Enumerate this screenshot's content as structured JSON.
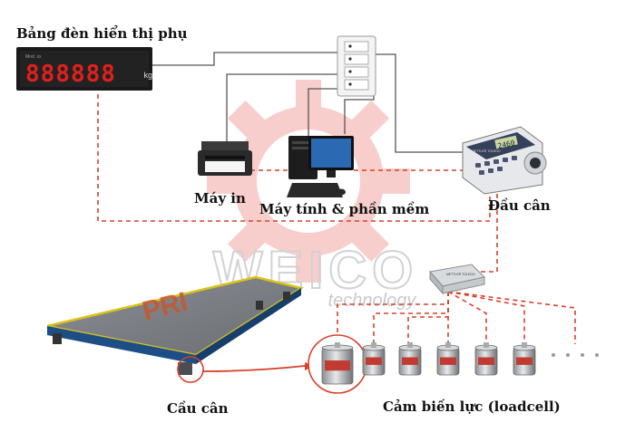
{
  "labels": {
    "display_title": "Bảng đèn hiển thị phụ",
    "printer": "Máy in",
    "computer": "Máy tính & phần mềm",
    "indicator": "Đầu cân",
    "weighbridge": "Cầu cân",
    "loadcells": "Cảm biến lực (loadcell)"
  },
  "display": {
    "digits": "888888",
    "unit": "kg",
    "small_text": "Mod. xx"
  },
  "indicator": {
    "readout": "2460",
    "brand": "METTLER TOLEDO"
  },
  "junction_box": {
    "text": "METTLER TOLEDO"
  },
  "platform": {
    "brand": "PRI"
  },
  "watermark": {
    "brand": "WEICO",
    "sub": "technology"
  },
  "colors": {
    "led_red": "#e0201c",
    "platform_grey": "#7a7d82",
    "platform_edge": "#d8c21a",
    "dashed_link": "#d9412b",
    "watermark_red": "#f2a7a2"
  },
  "loadcell_count": 6
}
